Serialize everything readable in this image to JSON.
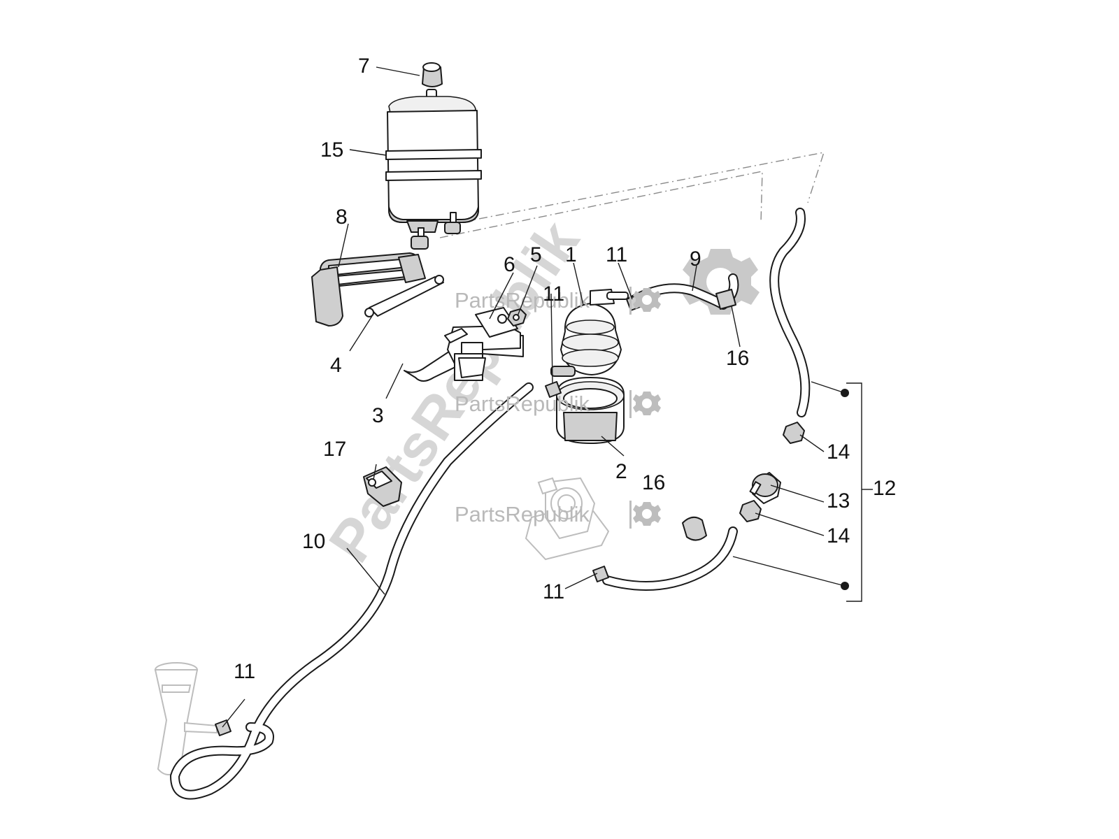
{
  "diagram": {
    "callouts": {
      "c1": "1",
      "c2": "2",
      "c3": "3",
      "c4": "4",
      "c5": "5",
      "c6": "6",
      "c7": "7",
      "c8": "8",
      "c9": "9",
      "c10": "10",
      "c11a": "11",
      "c11b": "11",
      "c11c": "11",
      "c11d": "11",
      "c12": "12",
      "c13": "13",
      "c14a": "14",
      "c14b": "14",
      "c15": "15",
      "c16a": "16",
      "c16b": "16",
      "c17": "17"
    },
    "watermark": {
      "small_1": "PartsRepublik",
      "small_2": "PartsRepublik",
      "small_3": "PartsRepublik",
      "big": "PartsRepublik"
    },
    "colors": {
      "line": "#1a1a1a",
      "shade": "#cfcfcf",
      "watermark_text": "#b9b9b9",
      "watermark_big": "#d6d6d6",
      "background": "#ffffff"
    },
    "icons": [
      "gear-icon"
    ]
  }
}
